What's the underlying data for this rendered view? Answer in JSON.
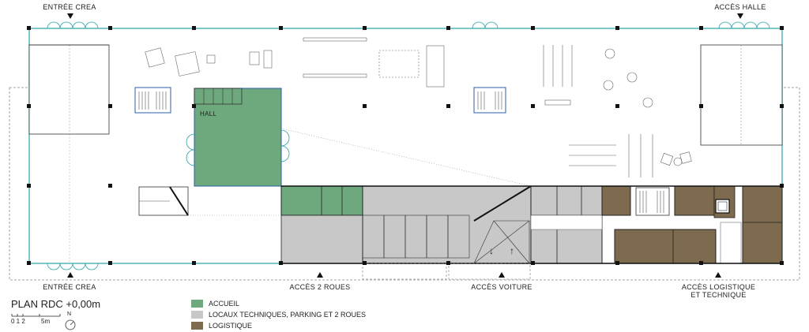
{
  "labels": {
    "entree_crea_top": "ENTRÉE CREA",
    "acces_halle": "ACCÈS HALLE",
    "entree_crea_bottom": "ENTRÉE CREA",
    "acces_2_roues": "ACCÈS 2 ROUES",
    "acces_voiture": "ACCÈS VOITURE",
    "acces_logistique": "ACCÈS LOGISTIQUE",
    "et_technique": "ET TECHNIQUE",
    "hall": "HALL"
  },
  "title": {
    "plan": "PLAN RDC",
    "level": "+0,00m"
  },
  "scale": {
    "ticks": "0 1 2",
    "end": "5m",
    "north": "N"
  },
  "legend": [
    {
      "label": "ACCUEIL",
      "color": "#6ea97d"
    },
    {
      "label": "LOCAUX TECHNIQUES, PARKING ET 2 ROUES",
      "color": "#c8c8c8"
    },
    {
      "label": "LOGISTIQUE",
      "color": "#7d6a4f"
    }
  ],
  "colors": {
    "accueil": "#6ea97d",
    "technique": "#c8c8c8",
    "logistique": "#7d6a4f",
    "glazing": "#2aa3a8",
    "blue_outline": "#2c5fa8"
  }
}
